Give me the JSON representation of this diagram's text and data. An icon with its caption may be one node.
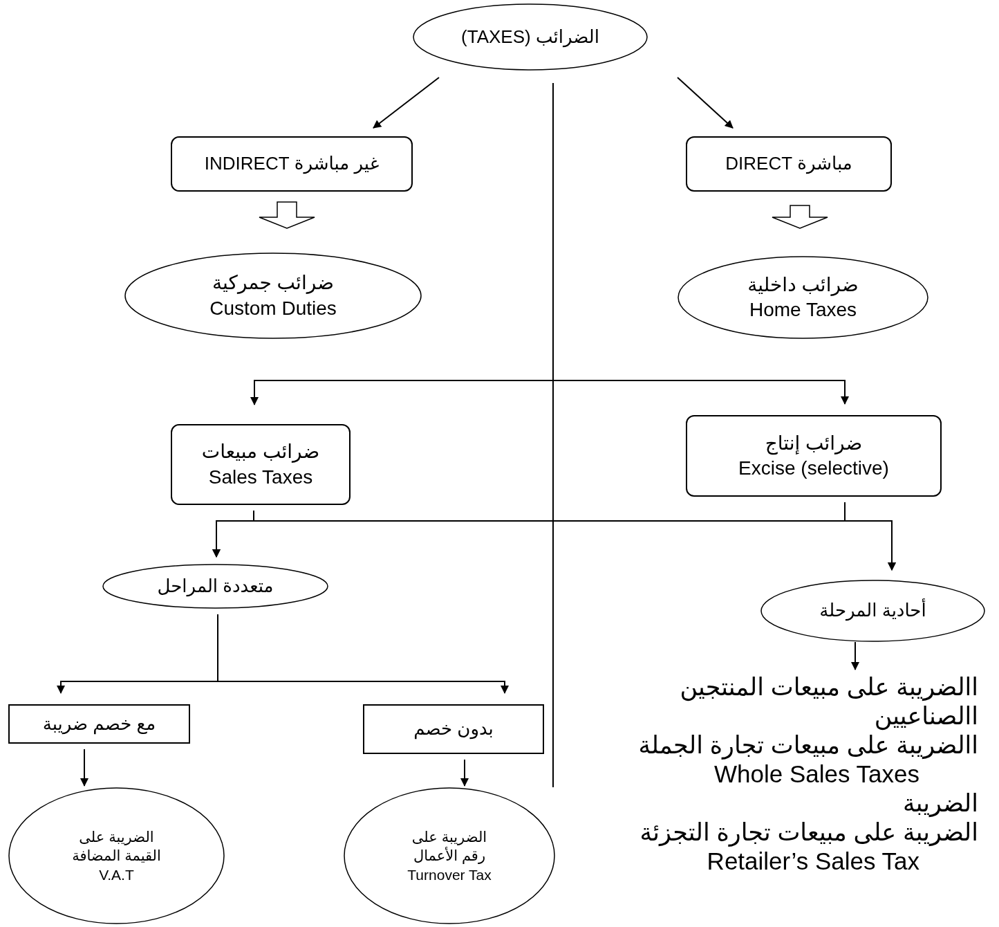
{
  "diagram": {
    "nodes": [
      {
        "text": [
          "الضرائب (TAXES)"
        ]
      },
      {
        "text": [
          "غير مباشرة INDIRECT"
        ]
      },
      {
        "text": [
          "مباشرة DIRECT"
        ]
      },
      {
        "text": [
          "ضرائب جمركية",
          "Custom Duties"
        ]
      },
      {
        "text": [
          "ضرائب داخلية",
          "Home Taxes"
        ]
      },
      {
        "text": [
          "ضرائب مبيعات",
          "Sales Taxes"
        ]
      },
      {
        "text": [
          "ضرائب إنتاج",
          "Excise (selective)"
        ]
      },
      {
        "text": [
          "متعددة المراحل"
        ]
      },
      {
        "text": [
          "أحادية المرحلة"
        ]
      },
      {
        "text": [
          "مع خصم ضريبة"
        ]
      },
      {
        "text": [
          "بدون خصم"
        ]
      },
      {
        "text": [
          "الضريبة على",
          "القيمة المضافة",
          "V.A.T"
        ]
      },
      {
        "text": [
          "الضريبة على",
          "رقم الأعمال",
          "Turnover Tax"
        ]
      },
      {
        "text": [
          "االضريبة على مبيعات المنتجين االصناعيين",
          "االضريبة على مبيعات تجارة الجملة",
          "Whole Sales Taxes",
          "الضريبة",
          "الضريبة على مبيعات تجارة التجزئة",
          "Retailer’s Sales Tax"
        ]
      }
    ],
    "edges": [
      {
        "from": 0,
        "to": 1,
        "arrow": "to"
      },
      {
        "from": 0,
        "to": 2,
        "arrow": "to"
      },
      {
        "from": 1,
        "to": 3,
        "arrow": "to",
        "style": "thick"
      },
      {
        "from": 2,
        "to": 4,
        "arrow": "to",
        "style": "thick"
      },
      {
        "from": 0,
        "to": 12,
        "arrow": "none"
      },
      {
        "from": 0,
        "to": 5,
        "arrow": "to"
      },
      {
        "from": 0,
        "to": 6,
        "arrow": "to"
      },
      {
        "from": 5,
        "to": 7,
        "arrow": "to"
      },
      {
        "from": 5,
        "to": 8,
        "arrow": "to"
      },
      {
        "from": 6,
        "to": 7,
        "arrow": "to"
      },
      {
        "from": 6,
        "to": 8,
        "arrow": "to"
      },
      {
        "from": 7,
        "to": 9,
        "arrow": "to"
      },
      {
        "from": 7,
        "to": 10,
        "arrow": "to"
      },
      {
        "from": 9,
        "to": 11,
        "arrow": "to"
      },
      {
        "from": 10,
        "to": 12,
        "arrow": "to"
      },
      {
        "from": 8,
        "to": 13,
        "arrow": "to"
      }
    ]
  }
}
